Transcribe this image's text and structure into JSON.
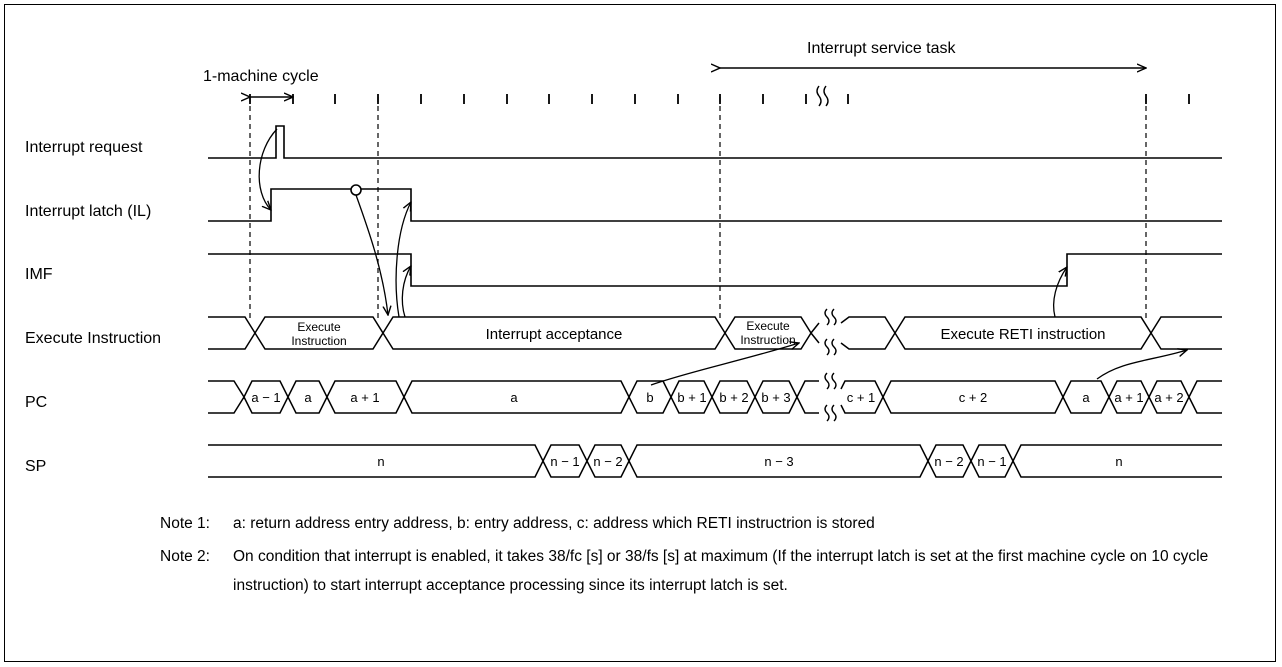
{
  "labels": {
    "machine_cycle": "1-machine cycle",
    "service_task": "Interrupt service task"
  },
  "signals": {
    "interrupt_request": "Interrupt request",
    "interrupt_latch": "Interrupt latch (IL)",
    "imf": "IMF",
    "execute_instruction": "Execute Instruction",
    "pc": "PC",
    "sp": "SP"
  },
  "exec": {
    "execute_instruction_1": "Execute",
    "execute_instruction_2": "Instruction",
    "interrupt_acceptance": "Interrupt acceptance",
    "execute_reti": "Execute RETI instruction"
  },
  "pc_values": [
    "a − 1",
    "a",
    "a + 1",
    "a",
    "b",
    "b + 1",
    "b + 2",
    "b + 3",
    "c + 1",
    "c + 2",
    "a",
    "a + 1",
    "a + 2"
  ],
  "sp_values": [
    "n",
    "n − 1",
    "n − 2",
    "n − 3",
    "n − 2",
    "n − 1",
    "n"
  ],
  "notes": [
    {
      "label": "Note 1:",
      "text": "a: return address entry address, b: entry address, c: address which RETI instructrion is stored"
    },
    {
      "label": "Note 2:",
      "text": "On condition that interrupt is enabled, it takes 38/fc [s] or 38/fs [s] at maximum (If the interrupt latch is set at the first machine cycle on 10 cycle instruction) to start interrupt acceptance processing since its interrupt latch is set."
    }
  ]
}
